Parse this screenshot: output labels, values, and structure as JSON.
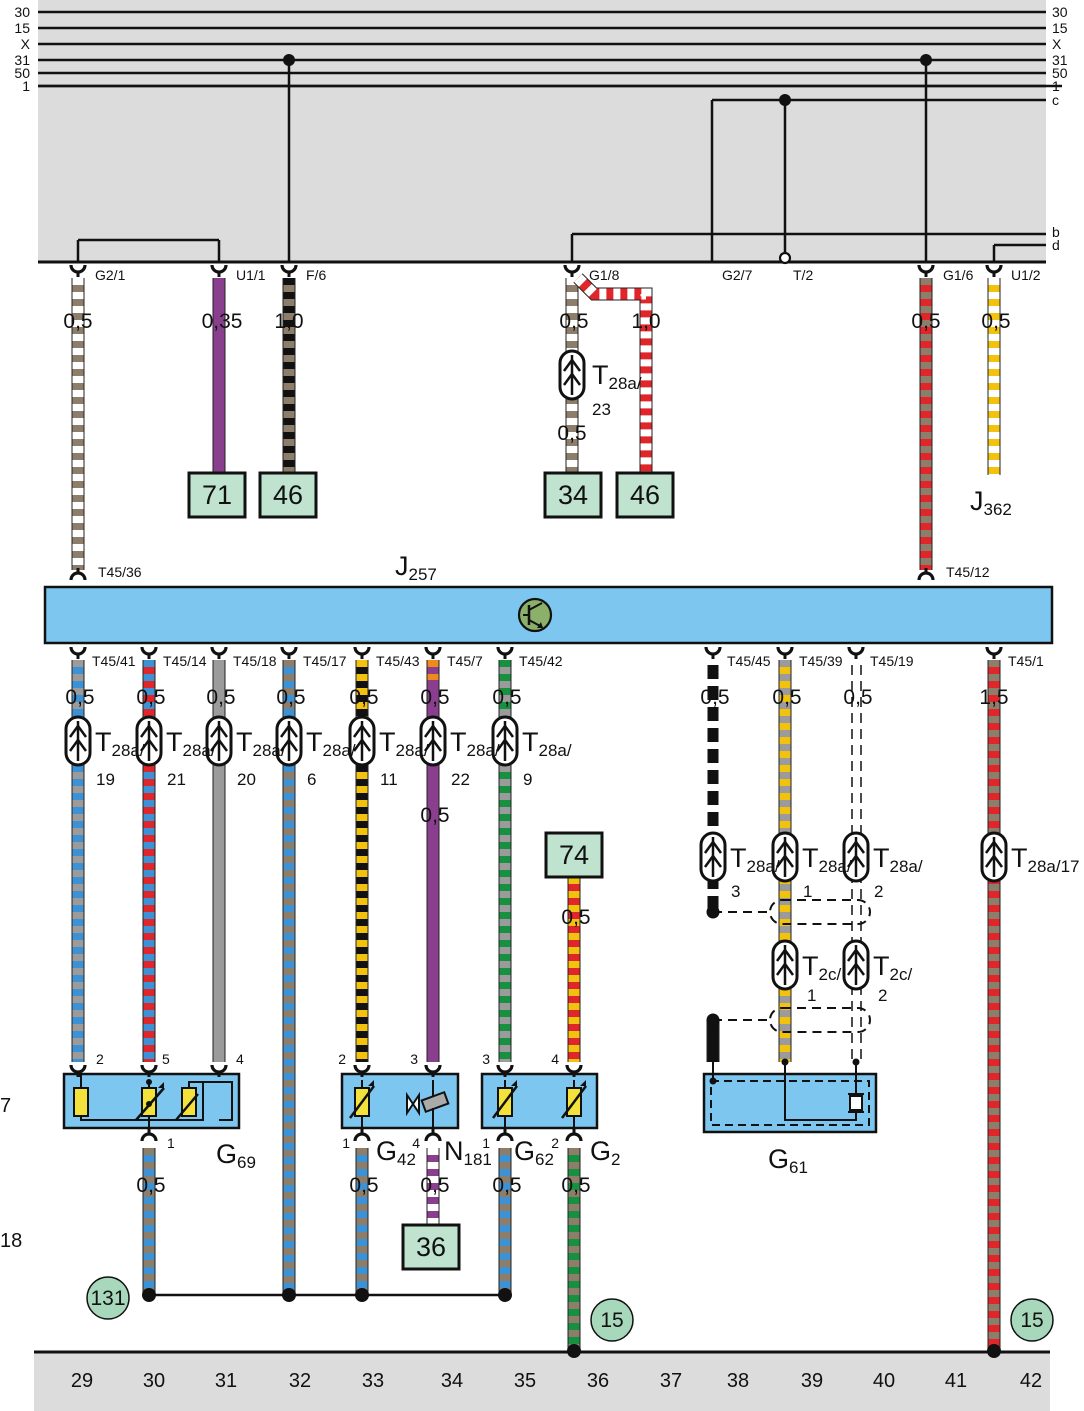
{
  "rails": {
    "left": [
      "30",
      "15",
      "X",
      "31",
      "50",
      "1"
    ],
    "right": [
      "30",
      "15",
      "X",
      "31",
      "50",
      "1",
      "c",
      "b",
      "d"
    ]
  },
  "top_terminals": [
    "G2/1",
    "U1/1",
    "F/6",
    "G1/8",
    "G2/7",
    "T/2",
    "G1/6",
    "U1/2"
  ],
  "top_gauges": {
    "w1": "0,5",
    "w2": "0,35",
    "w3": "1,0",
    "w4": "0,5",
    "w5": "1,0",
    "w6": "0,5",
    "w7": "0,5",
    "w8": "0,5"
  },
  "connector_top": {
    "main": "T",
    "sub": "28a/",
    "pin": "23"
  },
  "ref_boxes": {
    "r71": "71",
    "r46a": "46",
    "r34": "34",
    "r46b": "46",
    "r74": "74",
    "r36": "36"
  },
  "j362": {
    "main": "J",
    "sub": "362"
  },
  "j257": {
    "main": "J",
    "sub": "257",
    "pin_left": "T45/36",
    "pin_right": "T45/12"
  },
  "ecu_pins": [
    "T45/41",
    "T45/14",
    "T45/18",
    "T45/17",
    "T45/43",
    "T45/7",
    "T45/42",
    "T45/45",
    "T45/39",
    "T45/19",
    "T45/1"
  ],
  "gauges_mid": [
    "0,5",
    "0,5",
    "0,5",
    "0,5",
    "0,5",
    "0,5",
    "0,5",
    "0,5",
    "0,5",
    "0,5",
    "1,5"
  ],
  "conn_mid": [
    {
      "main": "T",
      "sub": "28a/",
      "pin": "19"
    },
    {
      "main": "T",
      "sub": "28a/",
      "pin": "21"
    },
    {
      "main": "T",
      "sub": "28a/",
      "pin": "20"
    },
    {
      "main": "T",
      "sub": "28a/",
      "pin": "6"
    },
    {
      "main": "T",
      "sub": "28a/",
      "pin": "11"
    },
    {
      "main": "T",
      "sub": "28a/",
      "pin": "22"
    },
    {
      "main": "T",
      "sub": "28a/",
      "pin": "9"
    }
  ],
  "gauge_n181_upper": "0,5",
  "gauge_g2_upper": "0,5",
  "conn_g61": [
    {
      "main": "T",
      "sub": "28a/",
      "pin": "3"
    },
    {
      "main": "T",
      "sub": "28a/",
      "pin": "1"
    },
    {
      "main": "T",
      "sub": "28a/",
      "pin": "2"
    },
    {
      "main": "T",
      "sub": "28a/17",
      "pin": ""
    }
  ],
  "conn_t2c": [
    {
      "main": "T",
      "sub": "2c/",
      "pin": "1"
    },
    {
      "main": "T",
      "sub": "2c/",
      "pin": "2"
    }
  ],
  "comp_pins": {
    "g69a": "2",
    "g69b": "5",
    "g69c": "4",
    "g69d": "1",
    "g42a": "2",
    "g42b": "1",
    "n181a": "3",
    "n181b": "4",
    "g62a": "3",
    "g62b": "1",
    "g2a": "4",
    "g2b": "2"
  },
  "components": {
    "g69": {
      "main": "G",
      "sub": "69"
    },
    "g42": {
      "main": "G",
      "sub": "42"
    },
    "n181": {
      "main": "N",
      "sub": "181"
    },
    "g62": {
      "main": "G",
      "sub": "62"
    },
    "g2": {
      "main": "G",
      "sub": "2"
    },
    "g61": {
      "main": "G",
      "sub": "61"
    }
  },
  "gauges_low": [
    "0,5",
    "0,5",
    "0,5",
    "0,5",
    "0,5"
  ],
  "circles": {
    "c131": "131",
    "c15a": "15",
    "c15b": "15"
  },
  "edge_labels": [
    "7",
    "18"
  ],
  "columns": [
    "29",
    "30",
    "31",
    "32",
    "33",
    "34",
    "35",
    "36",
    "37",
    "38",
    "39",
    "40",
    "41",
    "42"
  ],
  "colors": {
    "brown": "#8d7e6b",
    "red": "#e0262a",
    "blue": "#3d92d6",
    "grey": "#9b9b9b",
    "black": "#111111",
    "yellow": "#f3c20f",
    "orange": "#f08a1c",
    "purple": "#8a3f8e",
    "green": "#17903f",
    "white": "#ffffff",
    "bus_blue": "#7dc6f0",
    "box_green": "#bfe3cf",
    "panel_grey": "#dcdcdc",
    "circle_green": "#a7d8bb"
  }
}
